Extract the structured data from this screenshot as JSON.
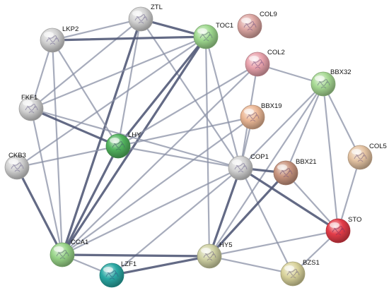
{
  "nodes": [
    {
      "id": "ZTL",
      "label": "ZTL",
      "color": "#d2d2d2"
    },
    {
      "id": "TOC1",
      "label": "TOC1",
      "color": "#9fd98f"
    },
    {
      "id": "COL9",
      "label": "COL9",
      "color": "#dda7a3"
    },
    {
      "id": "LKP2",
      "label": "LKP2",
      "color": "#d2d2d2"
    },
    {
      "id": "COL2",
      "label": "COL2",
      "color": "#e9a3ad"
    },
    {
      "id": "BBX32",
      "label": "BBX32",
      "color": "#a7d994"
    },
    {
      "id": "FKF1",
      "label": "FKF1",
      "color": "#d2d2d2"
    },
    {
      "id": "BBX19",
      "label": "BBX19",
      "color": "#ecb896"
    },
    {
      "id": "LHY",
      "label": "LHY",
      "color": "#52b45e"
    },
    {
      "id": "CKB3",
      "label": "CKB3",
      "color": "#d2d2d2"
    },
    {
      "id": "COP1",
      "label": "COP1",
      "color": "#d2d2d2"
    },
    {
      "id": "COL5",
      "label": "COL5",
      "color": "#e5c4a3"
    },
    {
      "id": "BBX21",
      "label": "BBX21",
      "color": "#c9957f"
    },
    {
      "id": "STO",
      "label": "STO",
      "color": "#e43c48"
    },
    {
      "id": "CCA1",
      "label": "CCA1",
      "color": "#98d488"
    },
    {
      "id": "HY5",
      "label": "HY5",
      "color": "#cfd1a3"
    },
    {
      "id": "LZF1",
      "label": "LZF1",
      "color": "#2aa9a4"
    },
    {
      "id": "BZS1",
      "label": "BZS1",
      "color": "#d9d39c"
    }
  ],
  "edges": [
    [
      "ZTL",
      "TOC1",
      3
    ],
    [
      "ZTL",
      "LKP2",
      2
    ],
    [
      "ZTL",
      "FKF1",
      2
    ],
    [
      "ZTL",
      "LHY",
      2
    ],
    [
      "ZTL",
      "CCA1",
      3
    ],
    [
      "ZTL",
      "COP1",
      2
    ],
    [
      "TOC1",
      "LKP2",
      3
    ],
    [
      "TOC1",
      "FKF1",
      2
    ],
    [
      "TOC1",
      "LHY",
      3
    ],
    [
      "TOC1",
      "CCA1",
      3
    ],
    [
      "TOC1",
      "COP1",
      2
    ],
    [
      "TOC1",
      "HY5",
      2
    ],
    [
      "TOC1",
      "CKB3",
      2
    ],
    [
      "LKP2",
      "FKF1",
      2
    ],
    [
      "LKP2",
      "LHY",
      2
    ],
    [
      "LKP2",
      "CCA1",
      2
    ],
    [
      "FKF1",
      "LHY",
      3
    ],
    [
      "FKF1",
      "CCA1",
      2
    ],
    [
      "FKF1",
      "COP1",
      2
    ],
    [
      "COL2",
      "BBX32",
      2
    ],
    [
      "COL2",
      "COP1",
      2
    ],
    [
      "COL2",
      "CCA1",
      2
    ],
    [
      "COL2",
      "LHY",
      2
    ],
    [
      "BBX32",
      "COP1",
      2
    ],
    [
      "BBX32",
      "BBX21",
      2
    ],
    [
      "BBX32",
      "STO",
      2
    ],
    [
      "BBX32",
      "COL5",
      2
    ],
    [
      "BBX32",
      "HY5",
      2
    ],
    [
      "BBX19",
      "LHY",
      2
    ],
    [
      "BBX19",
      "CCA1",
      2
    ],
    [
      "BBX19",
      "COP1",
      2
    ],
    [
      "LHY",
      "CCA1",
      3
    ],
    [
      "LHY",
      "COP1",
      2
    ],
    [
      "CKB3",
      "LHY",
      2
    ],
    [
      "CKB3",
      "CCA1",
      3
    ],
    [
      "COP1",
      "BBX21",
      3
    ],
    [
      "COP1",
      "STO",
      3
    ],
    [
      "COP1",
      "HY5",
      3
    ],
    [
      "COP1",
      "CCA1",
      2
    ],
    [
      "COP1",
      "LZF1",
      2
    ],
    [
      "COP1",
      "BZS1",
      2
    ],
    [
      "COL5",
      "STO",
      2
    ],
    [
      "BBX21",
      "STO",
      2
    ],
    [
      "BBX21",
      "HY5",
      3
    ],
    [
      "STO",
      "HY5",
      2
    ],
    [
      "STO",
      "BZS1",
      2
    ],
    [
      "CCA1",
      "HY5",
      3
    ],
    [
      "CCA1",
      "LZF1",
      2
    ],
    [
      "LZF1",
      "HY5",
      3
    ],
    [
      "HY5",
      "BZS1",
      2
    ]
  ]
}
